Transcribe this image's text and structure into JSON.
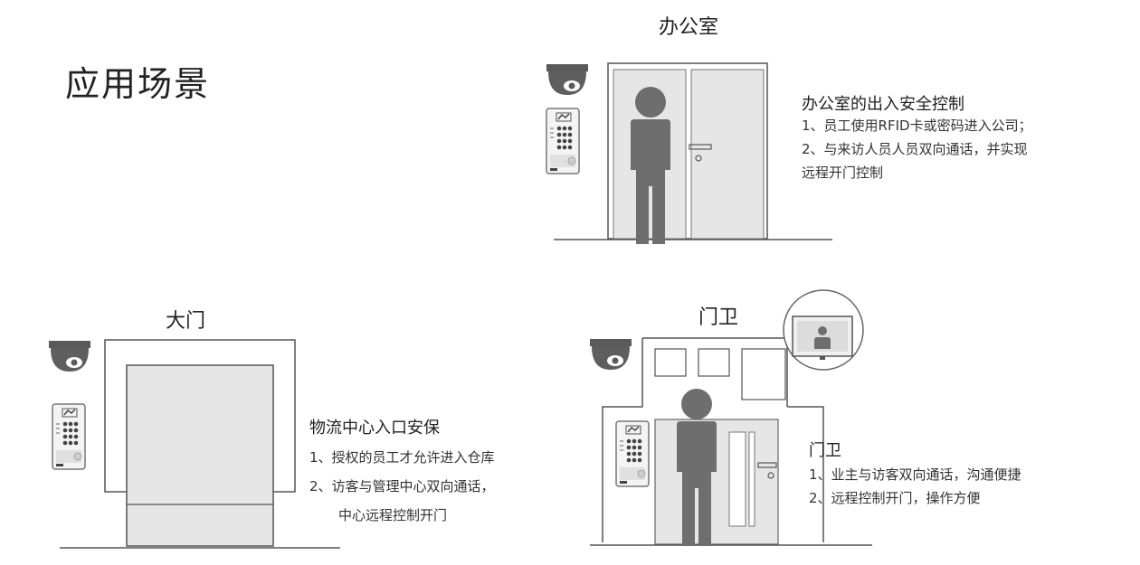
{
  "page_title": "应用场景",
  "scenes": {
    "office": {
      "label": "办公室",
      "title": "办公室的出入安全控制",
      "lines": [
        "1、员工使用RFID卡或密码进入公司；",
        "2、与来访人员人员双向通话，并实现",
        "远程开门控制"
      ]
    },
    "gate": {
      "label": "大门",
      "title": "物流中心入口安保",
      "lines": [
        "1、授权的员工才允许进入仓库",
        "2、访客与管理中心双向通话，",
        "中心远程控制开门"
      ]
    },
    "guard": {
      "label": "门卫",
      "title": "门卫",
      "lines": [
        "1、业主与访客双向通话，沟通便捷",
        "2、远程控制开门，操作方便"
      ]
    }
  },
  "colors": {
    "person": "#6e6e6e",
    "door_fill": "#e6e6e6",
    "line": "#555555",
    "camera": "#5a5a5a"
  },
  "icons": [
    "camera-icon",
    "keypad-icon",
    "person-icon",
    "monitor-icon"
  ]
}
